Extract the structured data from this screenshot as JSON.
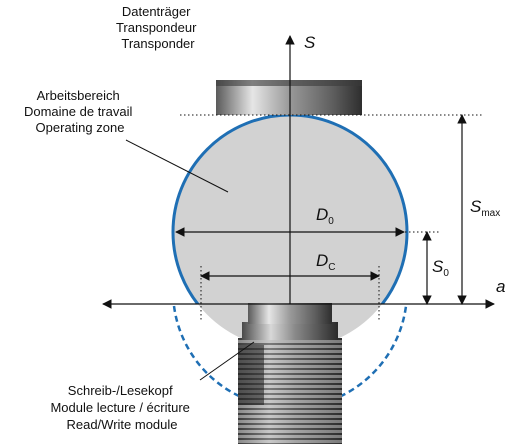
{
  "labels": {
    "transponder": [
      "Datenträger",
      "Transpondeur",
      "Transponder"
    ],
    "operating_zone": [
      "Arbeitsbereich",
      "Domaine de travail",
      "Operating zone"
    ],
    "head": [
      "Schreib-/Lesekopf",
      "Module lecture / écriture",
      "Read/Write module"
    ]
  },
  "symbols": {
    "s_axis": "S",
    "a_axis": "a",
    "d0": "D",
    "d0_sub": "0",
    "dc": "D",
    "dc_sub": "C",
    "s0": "S",
    "s0_sub": "0",
    "smax": "S",
    "smax_sub": "max"
  },
  "colors": {
    "zone_fill": "#d2d2d2",
    "zone_outline": "#1f6fb4",
    "line": "#111111"
  }
}
